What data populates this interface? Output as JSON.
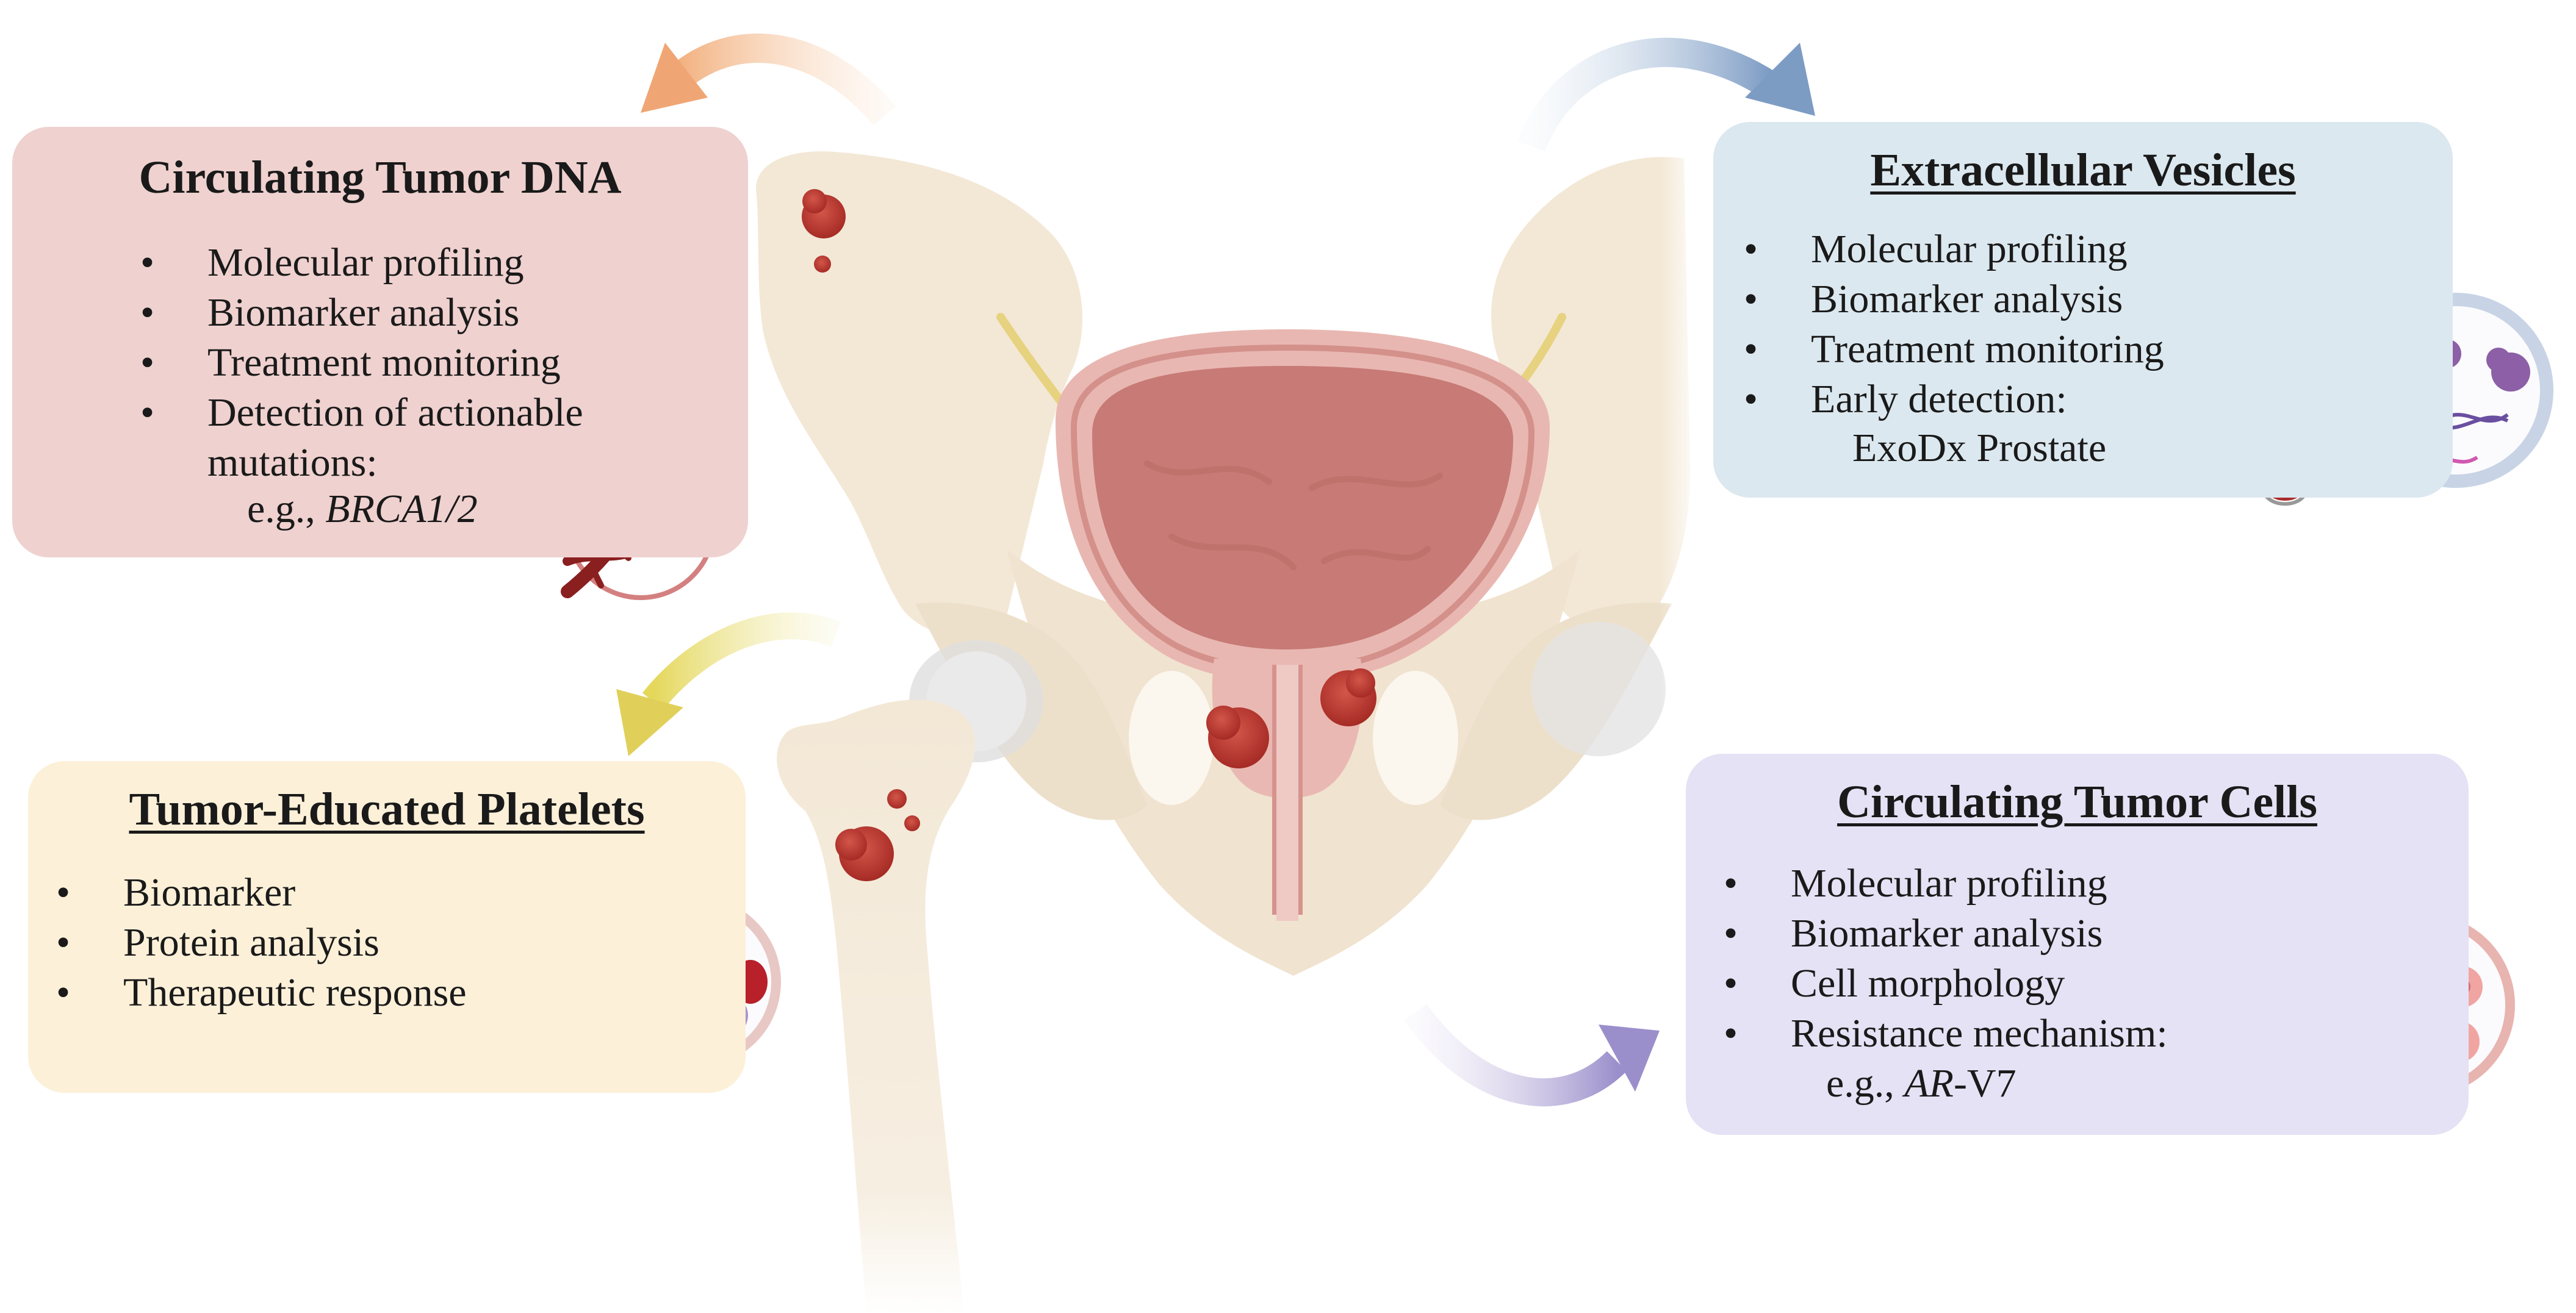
{
  "panels": {
    "ctdna": {
      "title": "Circulating Tumor DNA",
      "items": [
        "Molecular profiling",
        "Biomarker analysis",
        "Treatment monitoring",
        "Detection of actionable mutations:"
      ],
      "example_prefix": "e.g., ",
      "example_term": "BRCA1/2"
    },
    "ev": {
      "title": "Extracellular Vesicles",
      "items": [
        "Molecular profiling",
        "Biomarker analysis",
        "Treatment monitoring",
        "Early detection:"
      ],
      "example": "ExoDx Prostate"
    },
    "tep": {
      "title": "Tumor-Educated Platelets",
      "items": [
        "Biomarker",
        "Protein analysis",
        "Therapeutic response"
      ]
    },
    "ctc": {
      "title": "Circulating Tumor Cells",
      "items": [
        "Molecular profiling",
        "Biomarker analysis",
        "Cell morphology",
        "Resistance mechanism:"
      ],
      "example_prefix": "e.g., ",
      "example_term": "AR",
      "example_suffix": "-V7"
    }
  },
  "colors": {
    "ctdna_box": "#efd1cf",
    "ev_box": "#dce8ef",
    "tep_box": "#fcf0d8",
    "ctc_box": "#e4e2f4",
    "bone": "#f3e8d6",
    "bladder": "#d9a09b",
    "tumor": "#b8302a",
    "blood": "#9c1f24"
  },
  "icons": [
    "blood-tube-icon",
    "dna-helix-icon",
    "vesicle-magnifier-icon",
    "platelet-magnifier-icon",
    "tumor-cell-magnifier-icon"
  ]
}
